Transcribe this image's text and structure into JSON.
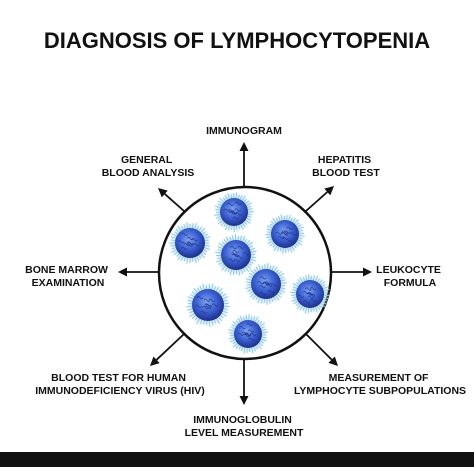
{
  "title": "DIAGNOSIS OF LYMPHOCYTOPENIA",
  "labels": {
    "immunogram": [
      "IMMUNOGRAM"
    ],
    "general_blood_analysis": [
      "GENERAL",
      "BLOOD ANALYSIS"
    ],
    "hepatitis_blood_test": [
      "HEPATITIS",
      "BLOOD TEST"
    ],
    "bone_marrow_examination": [
      "BONE MARROW",
      "EXAMINATION"
    ],
    "leukocyte_formula": [
      "LEUKOCYTE",
      "FORMULA"
    ],
    "blood_test_hiv": [
      "BLOOD TEST FOR HUMAN",
      "IMMUNODEFICIENCY VIRUS (HIV)"
    ],
    "lymphocyte_subpopulations": [
      "MEASUREMENT OF",
      "LYMPHOCYTE SUBPOPULATIONS"
    ],
    "immunoglobulin_level": [
      "IMMUNOGLOBULIN",
      "LEVEL MEASUREMENT"
    ]
  },
  "colors": {
    "ink": "#111111",
    "cell_core": "#3a5fd0",
    "cell_dark": "#1f2f8a",
    "cell_fringe": "#8ecbe8"
  }
}
